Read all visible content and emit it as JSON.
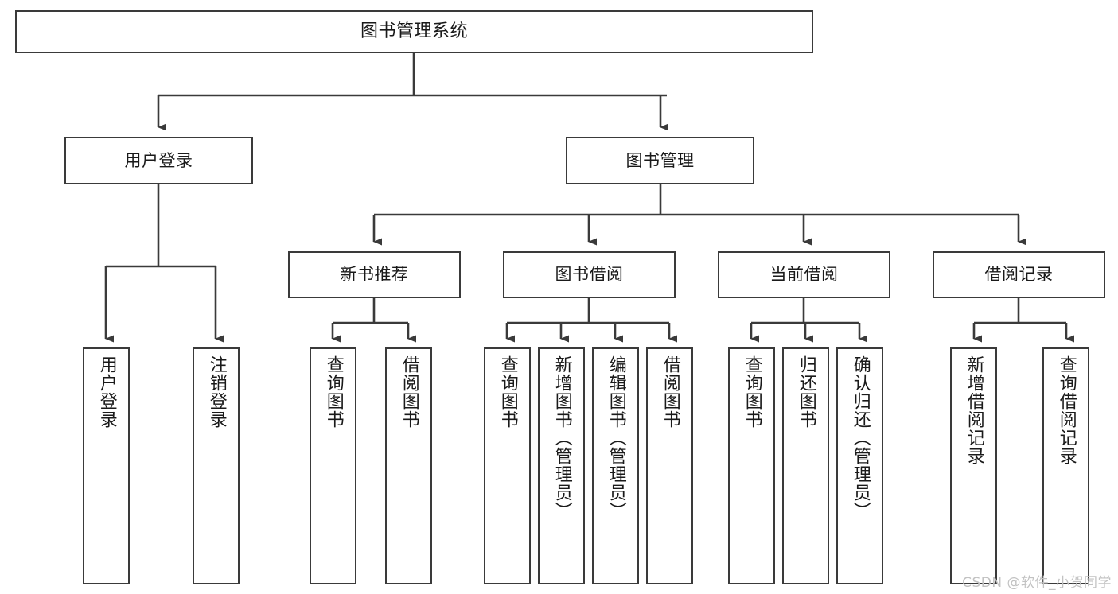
{
  "diagram": {
    "title": "图书管理系统",
    "type": "tree",
    "watermark": "CSDN @软件_小贺同学",
    "colors": {
      "stroke": "#3a3a3a",
      "fill": "#ffffff",
      "text": "#1a1a1a",
      "watermark": "#c2c2c2"
    },
    "nodes": {
      "root": {
        "label": "图书管理系统"
      },
      "l1": [
        {
          "label": "用户登录"
        },
        {
          "label": "图书管理"
        }
      ],
      "l2": [
        {
          "label": "新书推荐"
        },
        {
          "label": "图书借阅"
        },
        {
          "label": "当前借阅"
        },
        {
          "label": "借阅记录"
        }
      ],
      "leaves_user_login": [
        {
          "label": "用户登录"
        },
        {
          "label": "注销登录"
        }
      ],
      "leaves_new_books": [
        {
          "label": "查询图书"
        },
        {
          "label": "借阅图书"
        }
      ],
      "leaves_borrow": [
        {
          "label": "查询图书"
        },
        {
          "label": "新增图书（管理员）"
        },
        {
          "label": "编辑图书（管理员）"
        },
        {
          "label": "借阅图书"
        }
      ],
      "leaves_current": [
        {
          "label": "查询图书"
        },
        {
          "label": "归还图书"
        },
        {
          "label": "确认归还（管理员）"
        }
      ],
      "leaves_records": [
        {
          "label": "新增借阅记录"
        },
        {
          "label": "查询借阅记录"
        }
      ]
    }
  }
}
